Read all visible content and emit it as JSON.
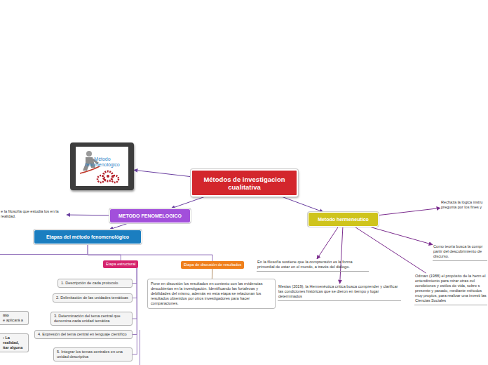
{
  "diagram": {
    "title": "Métodos de investigacion cualitativa",
    "nodes": [
      {
        "text": [
          "Métodos de investigacion cualitativa"
        ]
      },
      {
        "text": [
          "Método fenomenológico"
        ]
      },
      {
        "text": [
          "METODO FENOMELOGICO"
        ]
      },
      {
        "text": [
          "e la filosofía que estudia los en la realidad."
        ]
      },
      {
        "text": [
          "Etapas del método fenomenológico"
        ]
      },
      {
        "text": [
          "Etapa estructural"
        ]
      },
      {
        "text": [
          "Etapa de discusión de resultados"
        ]
      },
      {
        "text": [
          "Pone en discusión los resultados en contexto con las evidencias descubiertas en la investigación. Identificando las fortalezas y debilidades del mismo, además en esta etapa se relacionan los resultados obtenidos por otros investigadores para hacer comparaciones."
        ]
      },
      {
        "text": [
          "1. Descripción de cada protocolo"
        ]
      },
      {
        "text": [
          "2. Delimitación de las unidades temáticas"
        ]
      },
      {
        "text": [
          "3. Determinación del tema central que denomina cada unidad temática"
        ]
      },
      {
        "text": [
          "4. Expresión del tema central en lenguaje científico"
        ]
      },
      {
        "text": [
          "5. Integrar los temas centrales en una unidad descriptiva"
        ]
      },
      {
        "text": [
          "nto",
          "e aplicará a"
        ]
      },
      {
        "text": [
          ": La realidad, itar alguna"
        ]
      },
      {
        "text": [
          "Metodo hermeneutico"
        ]
      },
      {
        "text": [
          "Rechaza la lógica instru pregunta por los fines y"
        ]
      },
      {
        "text": [
          "Como teoría busca la compr partir del descubrimiento de discurso."
        ]
      },
      {
        "text": [
          "En la filosofía sostiene que la comprensión es la forma primordial de estar en el mundo, a través del diálogo."
        ]
      },
      {
        "text": [
          "Mesias (2019), la Hermenéutica crítica busca comprender y clarificar las condiciones históricas que se dieron en tiempo y lugar determinados"
        ]
      },
      {
        "text": [
          "Odman (1988) el propósito de la herm el entendimiento para mirar otras cul condiciones y estilos de vida, sobre s presente y pasado, mediante métodos muy propios, para realizar una investi las Ciencias Sociales"
        ]
      }
    ],
    "edges": [
      {
        "from": 0,
        "to": 1,
        "arrow": "to"
      },
      {
        "from": 0,
        "to": 2,
        "arrow": "to"
      },
      {
        "from": 0,
        "to": 15,
        "arrow": "to"
      },
      {
        "from": 2,
        "to": 3,
        "arrow": "to"
      },
      {
        "from": 2,
        "to": 4,
        "arrow": "to"
      },
      {
        "from": 4,
        "to": 5,
        "arrow": "none"
      },
      {
        "from": 4,
        "to": 6,
        "arrow": "none"
      },
      {
        "from": 6,
        "to": 7,
        "arrow": "none"
      },
      {
        "from": 5,
        "to": 8,
        "arrow": "none"
      },
      {
        "from": 5,
        "to": 9,
        "arrow": "none"
      },
      {
        "from": 5,
        "to": 10,
        "arrow": "none"
      },
      {
        "from": 5,
        "to": 11,
        "arrow": "none"
      },
      {
        "from": 5,
        "to": 12,
        "arrow": "none"
      },
      {
        "from": 15,
        "to": 16,
        "arrow": "to"
      },
      {
        "from": 15,
        "to": 17,
        "arrow": "to"
      },
      {
        "from": 15,
        "to": 18,
        "arrow": "to"
      },
      {
        "from": 15,
        "to": 19,
        "arrow": "to"
      },
      {
        "from": 15,
        "to": 20,
        "arrow": "none"
      }
    ]
  }
}
